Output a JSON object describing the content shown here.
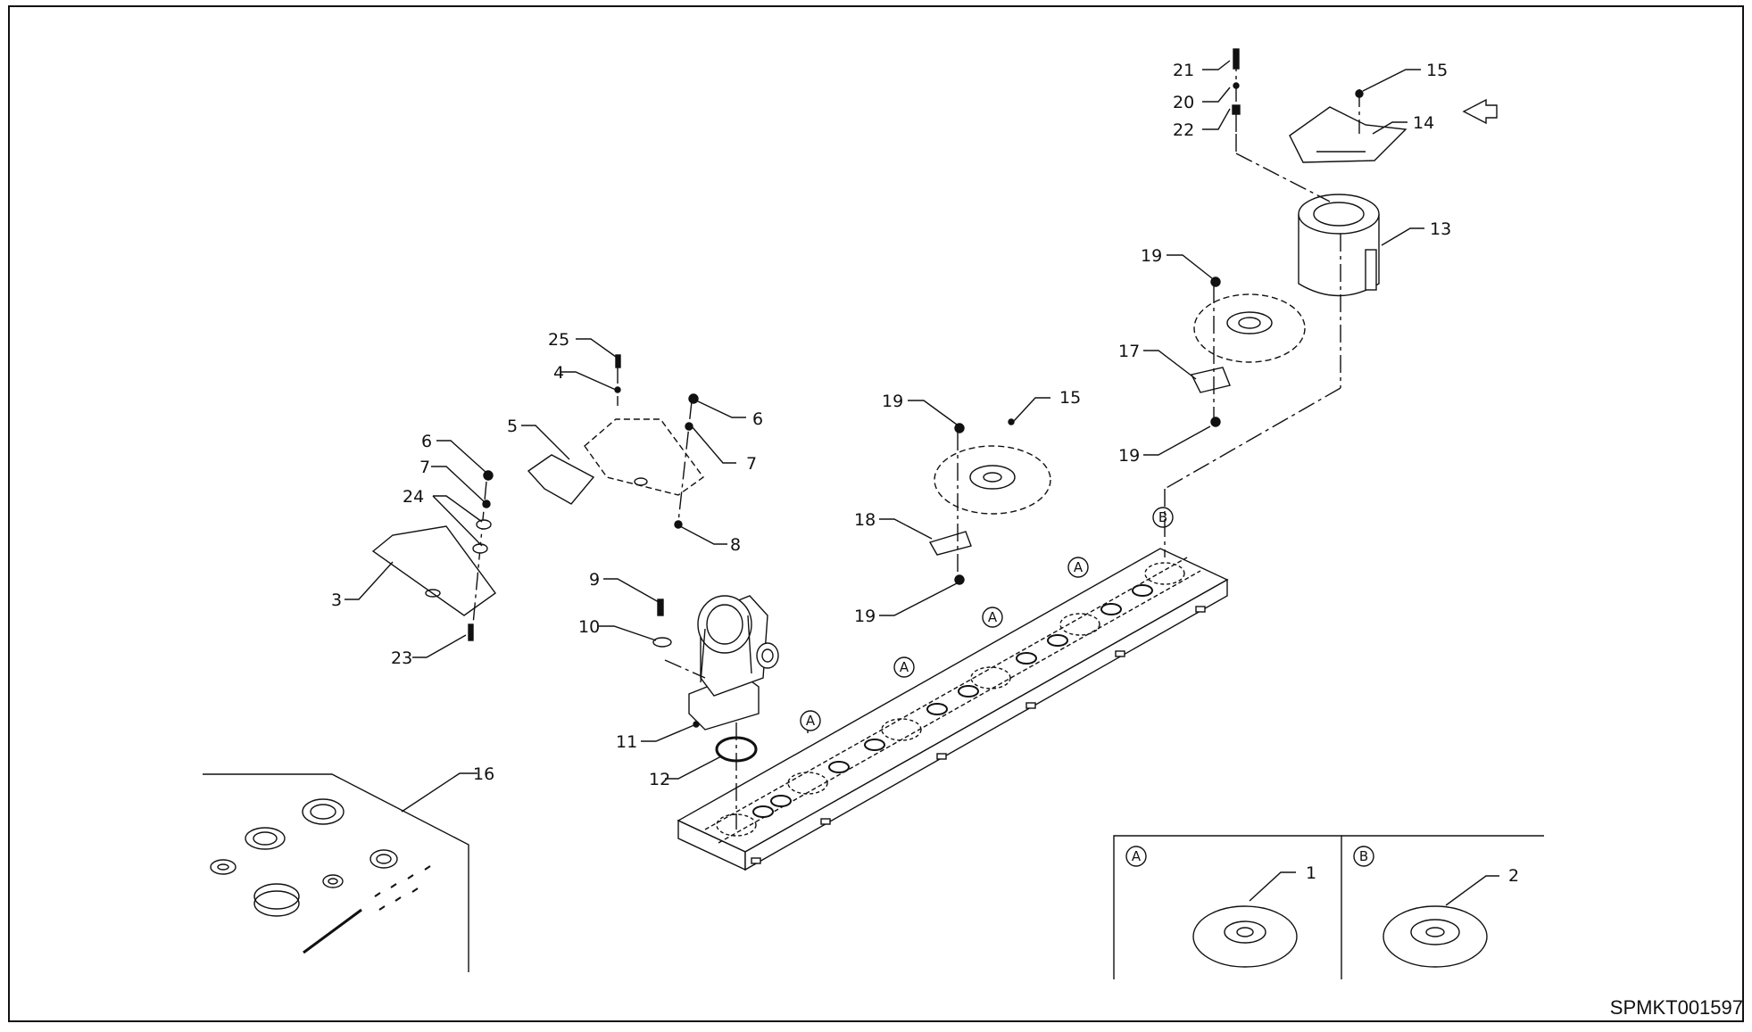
{
  "callouts": {
    "c1": "1",
    "c2": "2",
    "c3": "3",
    "c4": "4",
    "c5": "5",
    "c6a": "6",
    "c6b": "6",
    "c7a": "7",
    "c7b": "7",
    "c8": "8",
    "c9": "9",
    "c10": "10",
    "c11": "11",
    "c12": "12",
    "c13": "13",
    "c14": "14",
    "c15a": "15",
    "c15b": "15",
    "c16": "16",
    "c17": "17",
    "c18": "18",
    "c19a": "19",
    "c19b": "19",
    "c19c": "19",
    "c19d": "19",
    "c20": "20",
    "c21": "21",
    "c22": "22",
    "c23": "23",
    "c24": "24",
    "c25": "25"
  },
  "circle_labels": {
    "a1": "A",
    "a2": "A",
    "a3": "A",
    "a4": "A",
    "b1": "B",
    "detail_a": "A",
    "detail_b": "B"
  },
  "doc_id": "SPMKT001597"
}
